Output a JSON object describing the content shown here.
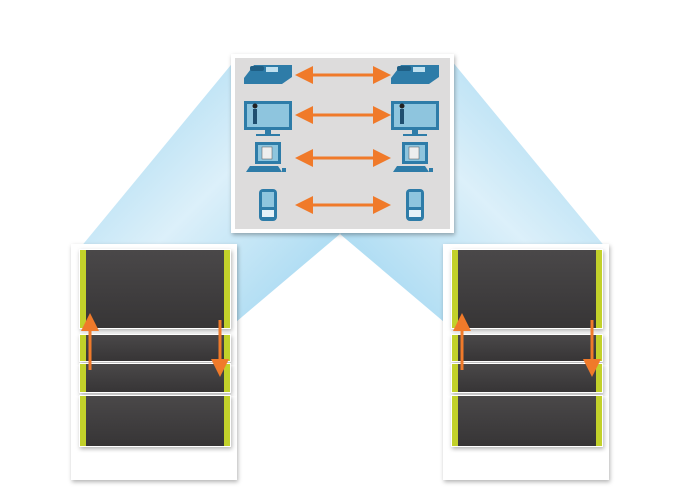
{
  "colors": {
    "beam": "#9fd4ee",
    "panel": "#dcdcdc",
    "device_blue": "#2e7ca8",
    "arrow": "#f07a2a",
    "layer_dark": "#403e3f",
    "layer_accent": "#c2d12a"
  },
  "devices": [
    {
      "icon": "ip-phone-icon"
    },
    {
      "icon": "video-display-icon"
    },
    {
      "icon": "computer-icon"
    },
    {
      "icon": "mobile-phone-icon"
    }
  ],
  "stacks": [
    {
      "name": "left-protocol-stack",
      "direction": [
        "up-arrow",
        "down-arrow"
      ]
    },
    {
      "name": "right-protocol-stack",
      "direction": [
        "up-arrow",
        "down-arrow"
      ]
    }
  ]
}
